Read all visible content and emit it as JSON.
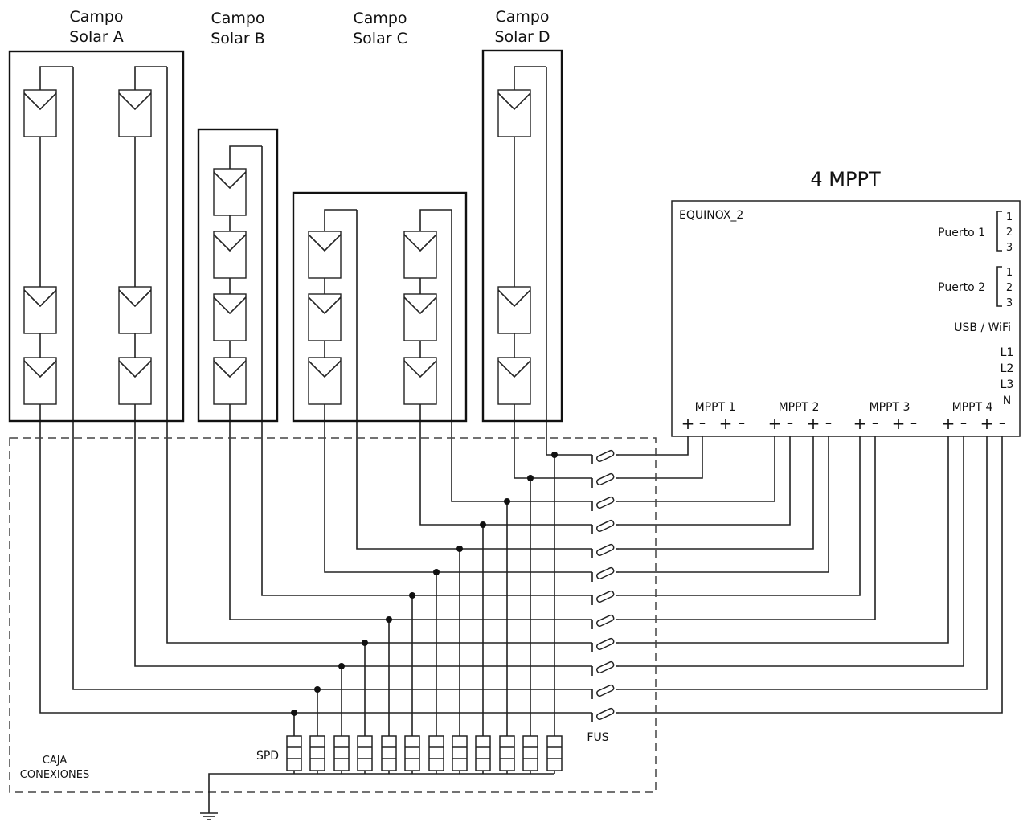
{
  "fields": [
    {
      "title_line1": "Campo",
      "title_line2": "Solar A"
    },
    {
      "title_line1": "Campo",
      "title_line2": "Solar B"
    },
    {
      "title_line1": "Campo",
      "title_line2": "Solar C"
    },
    {
      "title_line1": "Campo",
      "title_line2": "Solar D"
    }
  ],
  "inverter": {
    "heading": "4 MPPT",
    "model": "EQUINOX_2",
    "port1_label": "Puerto 1",
    "port2_label": "Puerto 2",
    "port_pins": [
      "1",
      "2",
      "3"
    ],
    "usb_label": "USB / WiFi",
    "ac_terminals": [
      "L1",
      "L2",
      "L3",
      "N"
    ],
    "mppt_labels": [
      "MPPT 1",
      "MPPT 2",
      "MPPT 3",
      "MPPT 4"
    ],
    "plus": "+",
    "minus": "–"
  },
  "combiner": {
    "label_line1": "CAJA",
    "label_line2": "CONEXIONES",
    "spd_label": "SPD",
    "fuse_label": "FUS"
  }
}
